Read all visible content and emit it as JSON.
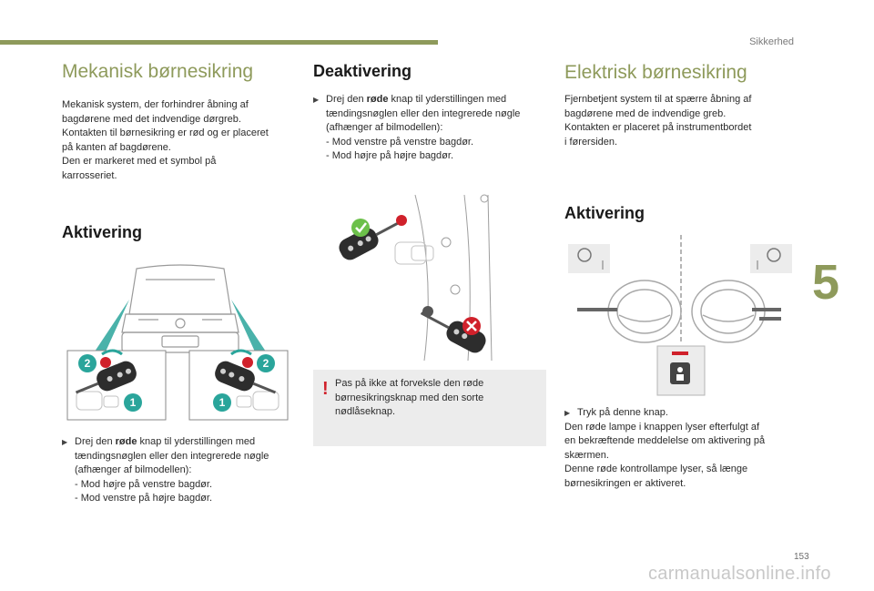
{
  "header": {
    "section_label": "Sikkerhed",
    "chapter_number": "5",
    "page_number": "153"
  },
  "left": {
    "title": "Mekanisk børnesikring",
    "intro": [
      "Mekanisk system, der forhindrer åbning af",
      "bagdørene med det indvendige dørgreb.",
      "Kontakten til børnesikring er rød og er placeret",
      "på kanten af bagdørene.",
      "Den er markeret med et symbol på",
      "karrosseriet."
    ],
    "subtitle": "Aktivering",
    "step_pre": "Drej den ",
    "step_bold": "røde",
    "step_post": " knap til yderstillingen med",
    "step_lines": [
      "tændingsnøglen eller den integrerede nøgle",
      "(afhænger af bilmodellen):",
      "-  Mod højre på venstre bagdør.",
      "-  Mod venstre på højre bagdør."
    ],
    "badge_1": "1",
    "badge_2": "2"
  },
  "middle": {
    "title": "Deaktivering",
    "step_pre": "Drej den ",
    "step_bold": "røde",
    "step_post": " knap til yderstillingen med",
    "step_lines": [
      "tændingsnøglen eller den integrerede nøgle",
      "(afhænger af bilmodellen):",
      "-  Mod venstre på venstre bagdør.",
      "-  Mod højre på højre bagdør."
    ],
    "warning_mark": "!",
    "warning_lines": [
      "Pas på ikke at forveksle den røde",
      "børnesikringsknap med den sorte",
      "nødlåseknap."
    ]
  },
  "right": {
    "title": "Elektrisk børnesikring",
    "intro": [
      "Fjernbetjent system til at spærre åbning af",
      "bagdørene med de indvendige greb.",
      "Kontakten er placeret på instrumentbordet",
      "i førersiden."
    ],
    "subtitle": "Aktivering",
    "step_first": "Tryk på denne knap.",
    "step_lines": [
      "Den røde lampe i knappen lyser efterfulgt af",
      "en bekræftende meddelelse om aktivering på",
      "skærmen.",
      "Denne røde kontrollampe lyser, så længe",
      "børnesikringen er aktiveret."
    ]
  },
  "footer": {
    "watermark": "carmanualsonline.info"
  },
  "colors": {
    "accent_olive": "#8e9a5b",
    "teal": "#2aa59b",
    "red": "#d0212b",
    "check_green": "#6cc04a"
  }
}
